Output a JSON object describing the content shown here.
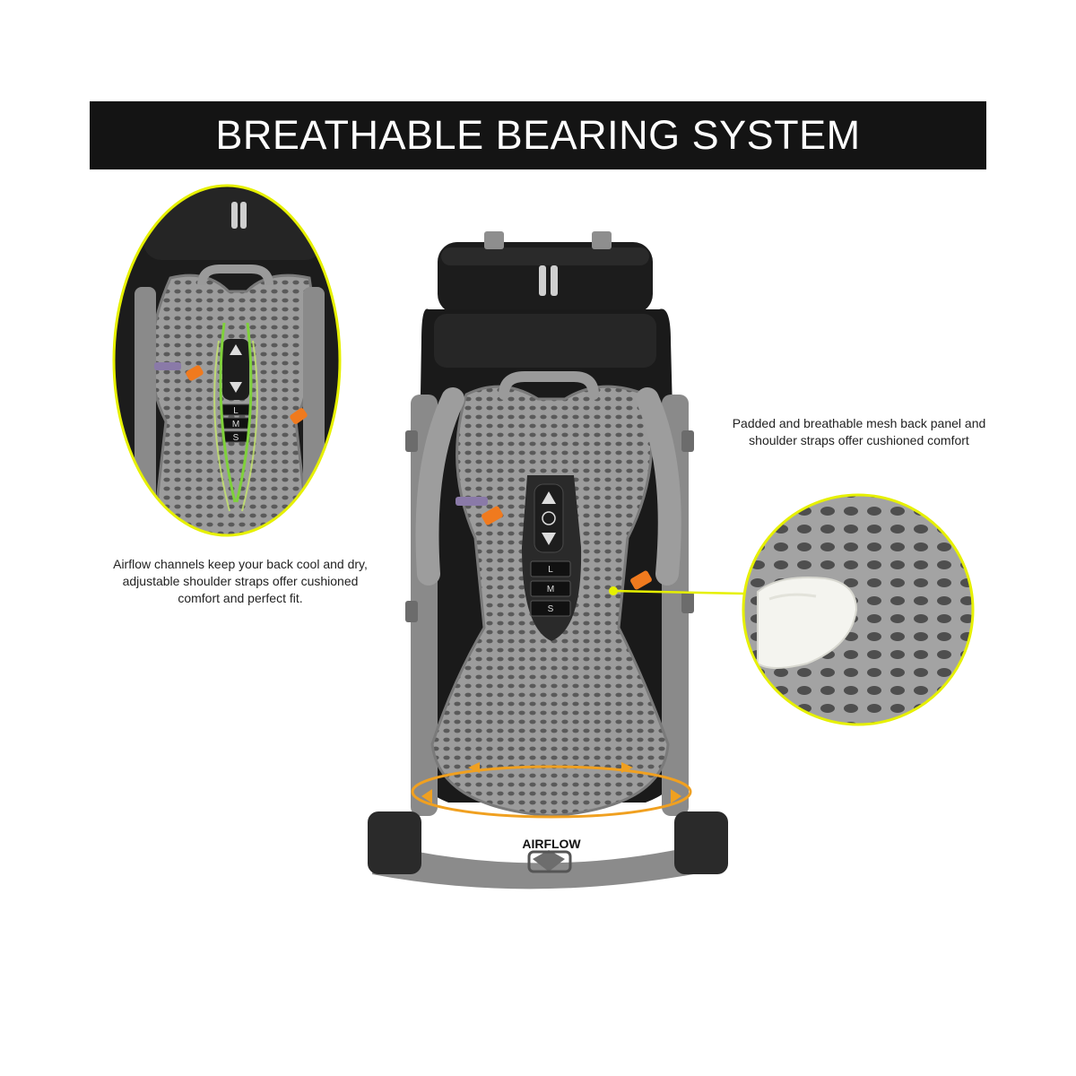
{
  "banner": {
    "title": "BREATHABLE BEARING SYSTEM"
  },
  "captions": {
    "left": "Airflow channels keep your back cool and dry, adjustable shoulder straps offer cushioned comfort and perfect fit.",
    "right": "Padded and breathable mesh back panel and shoulder straps offer cushioned comfort"
  },
  "airflow_label": "AIRFLOW",
  "size_marks": [
    "L",
    "M",
    "S"
  ],
  "colors": {
    "banner_bg": "#141414",
    "highlight_yellow": "#e6f000",
    "accent_orange": "#f07a1e",
    "airflow_green": "#7fd13b",
    "pack_black": "#1b1b1b",
    "mesh_gray": "#9a9a9a"
  },
  "icons": [
    "backpack-image",
    "zoom-detail-left",
    "zoom-detail-right",
    "airflow-arrows"
  ]
}
